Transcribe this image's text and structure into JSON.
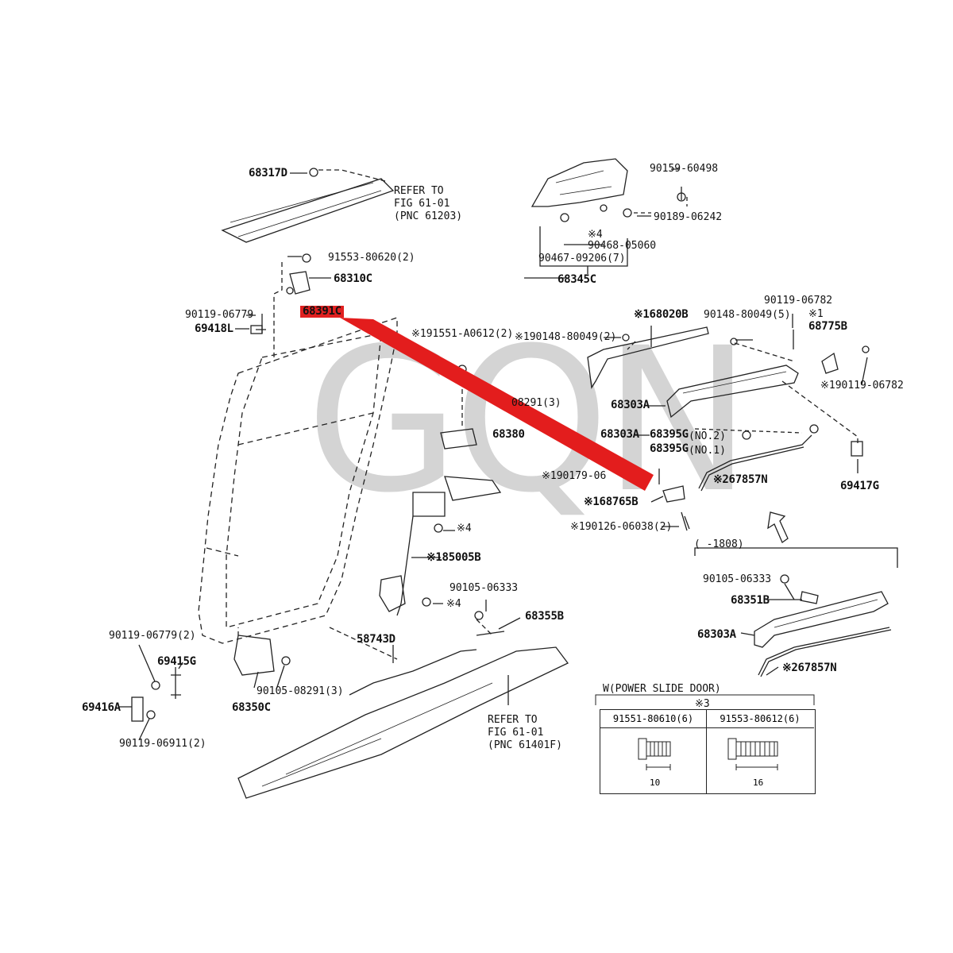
{
  "watermark": "GQN",
  "highlight_color": "#e02020",
  "labels": {
    "p68317D": "68317D",
    "refer_a_1": "REFER TO",
    "refer_a_2": "FIG 61-01",
    "refer_a_3": "(PNC 61203)",
    "p91553_80620": "91553-80620(2)",
    "p68310C": "68310C",
    "p90119_06779": "90119-06779",
    "p68391C": "68391C",
    "p69418L": "69418L",
    "p90159_60498": "90159-60498",
    "p90189_06242": "90189-06242",
    "note4_a": "※4",
    "p90468_05060": "90468-05060",
    "p90467_09206": "90467-09206(7)",
    "p68345C": "68345C",
    "p191551_A0612": "※191551-A0612(2)",
    "p190148_80049": "※190148-80049(2)",
    "p168020B": "※168020B",
    "p90148_80049_5": "90148-80049(5)",
    "p90119_06782_top": "90119-06782",
    "note1": "※1",
    "p68775B": "68775B",
    "p190119_06782": "※190119-06782",
    "p68303A_1": "68303A",
    "p68303A_2": "68303A",
    "p68395G_1": "68395G",
    "p68395G_1_no": "(NO.2)",
    "p68395G_2": "68395G",
    "p68395G_2_no": "(NO.1)",
    "p08291": "08291(3)",
    "p68380": "68380",
    "p190179": "※190179-06",
    "p267857N": "※267857N",
    "p69417G": "69417G",
    "p168765B": "※168765B",
    "p190126_06038": "※190126-06038(2)",
    "note4_b": "※4",
    "p185005B": "※185005B",
    "p90105_06333_a": "90105-06333",
    "note4_c": "※4",
    "p68355B": "68355B",
    "p90119_06779_2": "90119-06779(2)",
    "p69415G": "69415G",
    "p58743D": "58743D",
    "p69416A": "69416A",
    "p90105_08291": "90105-08291(3)",
    "p68350C": "68350C",
    "p90119_06911": "90119-06911(2)",
    "refer_b_1": "REFER TO",
    "refer_b_2": "FIG 61-01",
    "refer_b_3": "(PNC 61401F)",
    "range_label": "(      -1808)",
    "p90105_06333_b": "90105-06333",
    "p68351B": "68351B",
    "p68303A_3": "68303A",
    "p267857N_2": "※267857N"
  },
  "table": {
    "title": "W(POWER SLIDE DOOR)",
    "note": "※3",
    "col1": "91551-80610(6)",
    "col2": "91553-80612(6)",
    "dim1": "10",
    "dim2": "16"
  }
}
